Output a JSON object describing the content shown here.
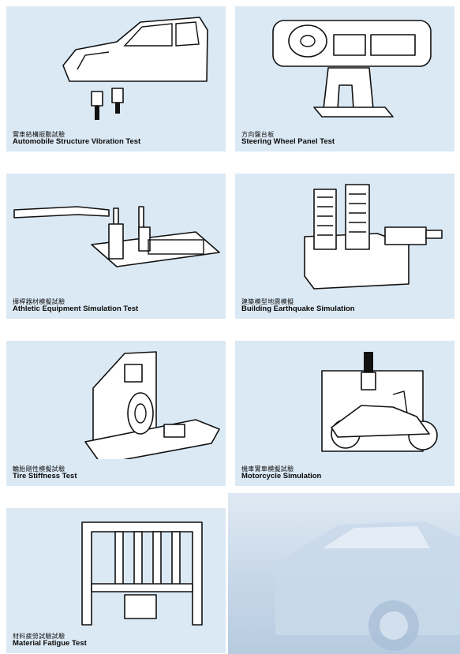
{
  "panels": [
    {
      "zh": "實車結構振動試驗",
      "en": "Automobile Structure Vibration Test"
    },
    {
      "zh": "方向盤台板",
      "en": "Steering Wheel Panel Test"
    },
    {
      "zh": "揮桿器材模擬試驗",
      "en": "Athletic Equipment Simulation Test"
    },
    {
      "zh": "建築模型地震模擬",
      "en": "Building Earthquake Simulation"
    },
    {
      "zh": "輪胎剛性模擬試驗",
      "en": "Tire Stiffness Test"
    },
    {
      "zh": "機車實車模擬試驗",
      "en": "Motorcycle Simulation"
    },
    {
      "zh": "材料疲勞試驗試驗",
      "en": "Material Fatigue Test"
    }
  ],
  "colors": {
    "panel_bg": "#dbe9f4",
    "line": "#111111"
  }
}
